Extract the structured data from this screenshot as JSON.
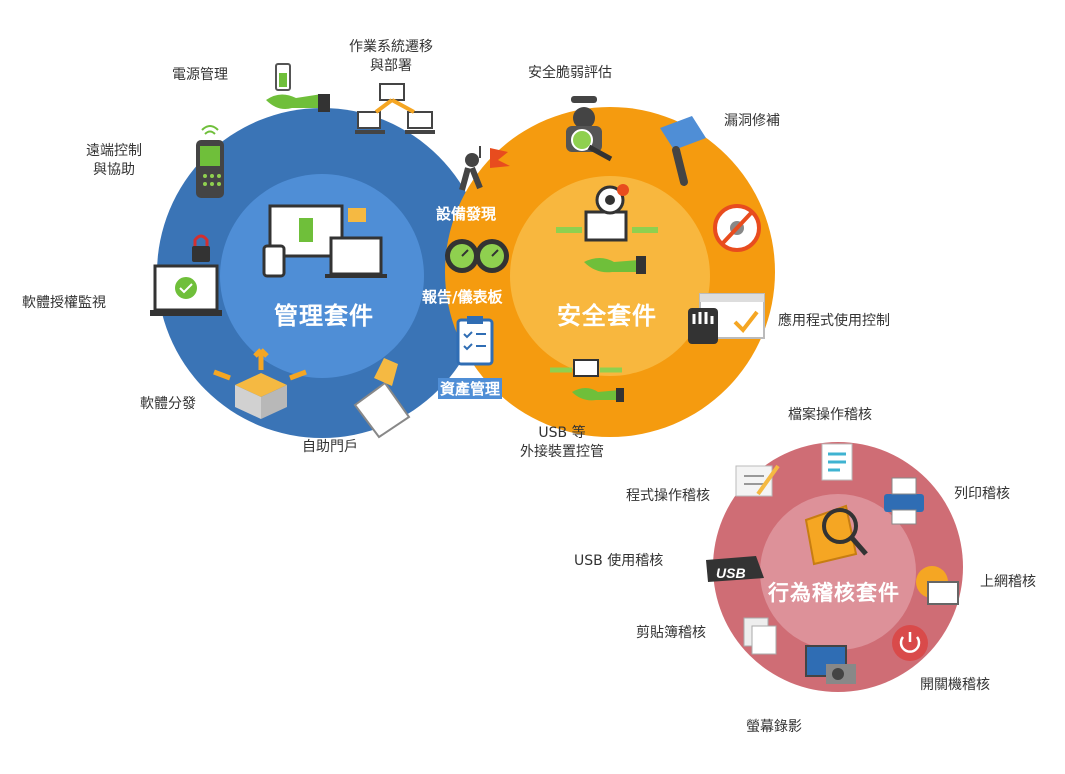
{
  "colors": {
    "management_outer": "#3a74b6",
    "management_inner": "#4f8ed6",
    "security_outer": "#f59b0f",
    "security_inner": "#f8b73e",
    "audit_outer": "#cf6d75",
    "audit_inner": "#dd9199",
    "text": "#333333"
  },
  "management": {
    "title": "管理套件",
    "items": [
      {
        "label": "電源管理",
        "icon": "battery-hand-icon"
      },
      {
        "label": "作業系統遷移\n與部署",
        "icon": "os-migration-icon"
      },
      {
        "label": "遠端控制\n與協助",
        "icon": "remote-control-icon"
      },
      {
        "label": "軟體授權監視",
        "icon": "license-monitor-icon"
      },
      {
        "label": "軟體分發",
        "icon": "software-distribution-icon"
      },
      {
        "label": "自助門戶",
        "icon": "self-service-portal-icon"
      }
    ]
  },
  "shared": [
    {
      "label": "設備發現",
      "icon": "device-discovery-icon"
    },
    {
      "label": "報告/儀表板",
      "icon": "dashboard-gauge-icon"
    },
    {
      "label": "資產管理",
      "icon": "asset-clipboard-icon"
    }
  ],
  "security": {
    "title": "安全套件",
    "items": [
      {
        "label": "安全脆弱評估",
        "icon": "vulnerability-assessment-icon"
      },
      {
        "label": "漏洞修補",
        "icon": "patch-icon"
      },
      {
        "label": "應用程式使用控制",
        "icon": "app-control-icon"
      },
      {
        "label": "USB 等\n外接裝置控管",
        "icon": "usb-device-control-icon"
      }
    ],
    "blocked_icon": "blocked-bug-icon"
  },
  "audit": {
    "title": "行為稽核套件",
    "items": [
      {
        "label": "檔案操作稽核",
        "icon": "file-document-icon"
      },
      {
        "label": "程式操作稽核",
        "icon": "program-notepad-icon"
      },
      {
        "label": "列印稽核",
        "icon": "printer-icon"
      },
      {
        "label": "USB 使用稽核",
        "icon": "usb-stick-icon"
      },
      {
        "label": "上網稽核",
        "icon": "web-browser-icon"
      },
      {
        "label": "剪貼簿稽核",
        "icon": "clipboard-copy-icon"
      },
      {
        "label": "開關機稽核",
        "icon": "power-icon"
      },
      {
        "label": "螢幕錄影",
        "icon": "screen-recording-icon"
      }
    ],
    "usb_icon_text": "USB"
  }
}
